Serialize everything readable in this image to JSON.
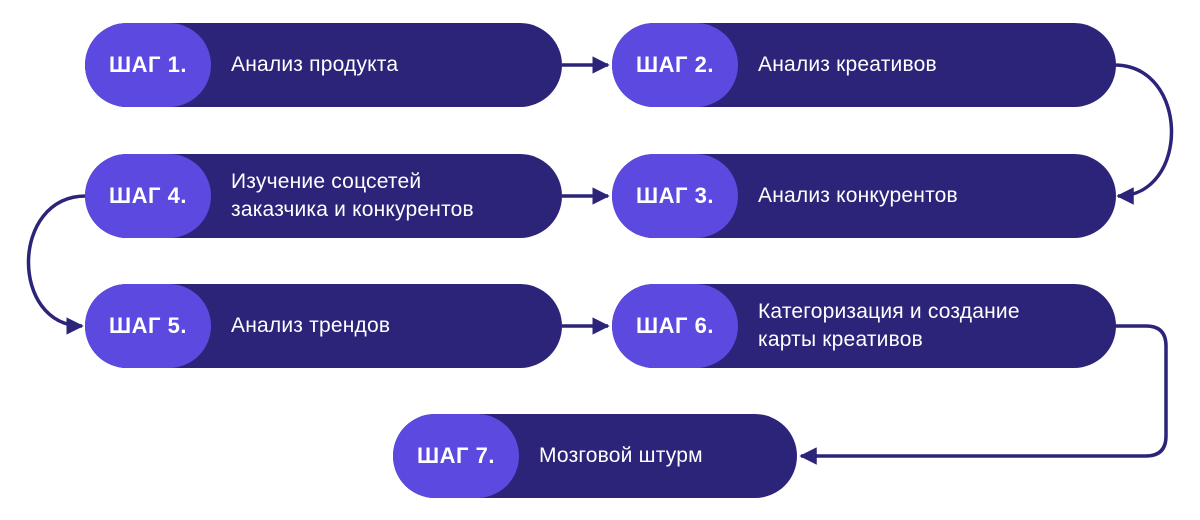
{
  "colors": {
    "pill": "#2c2479",
    "badge": "#5b49e0",
    "text": "#ffffff",
    "connector": "#2c2479"
  },
  "steps": [
    {
      "badge": "ШАГ 1.",
      "text": "Анализ продукта"
    },
    {
      "badge": "ШАГ 2.",
      "text": "Анализ креативов"
    },
    {
      "badge": "ШАГ 3.",
      "text": "Анализ конкурентов"
    },
    {
      "badge": "ШАГ 4.",
      "text": "Изучение соцсетей\nзаказчика  и конкурентов"
    },
    {
      "badge": "ШАГ 5.",
      "text": "Анализ трендов"
    },
    {
      "badge": "ШАГ 6.",
      "text": "Категоризация и создание\nкарты креативов"
    },
    {
      "badge": "ШАГ 7.",
      "text": "Мозговой штурм"
    }
  ]
}
